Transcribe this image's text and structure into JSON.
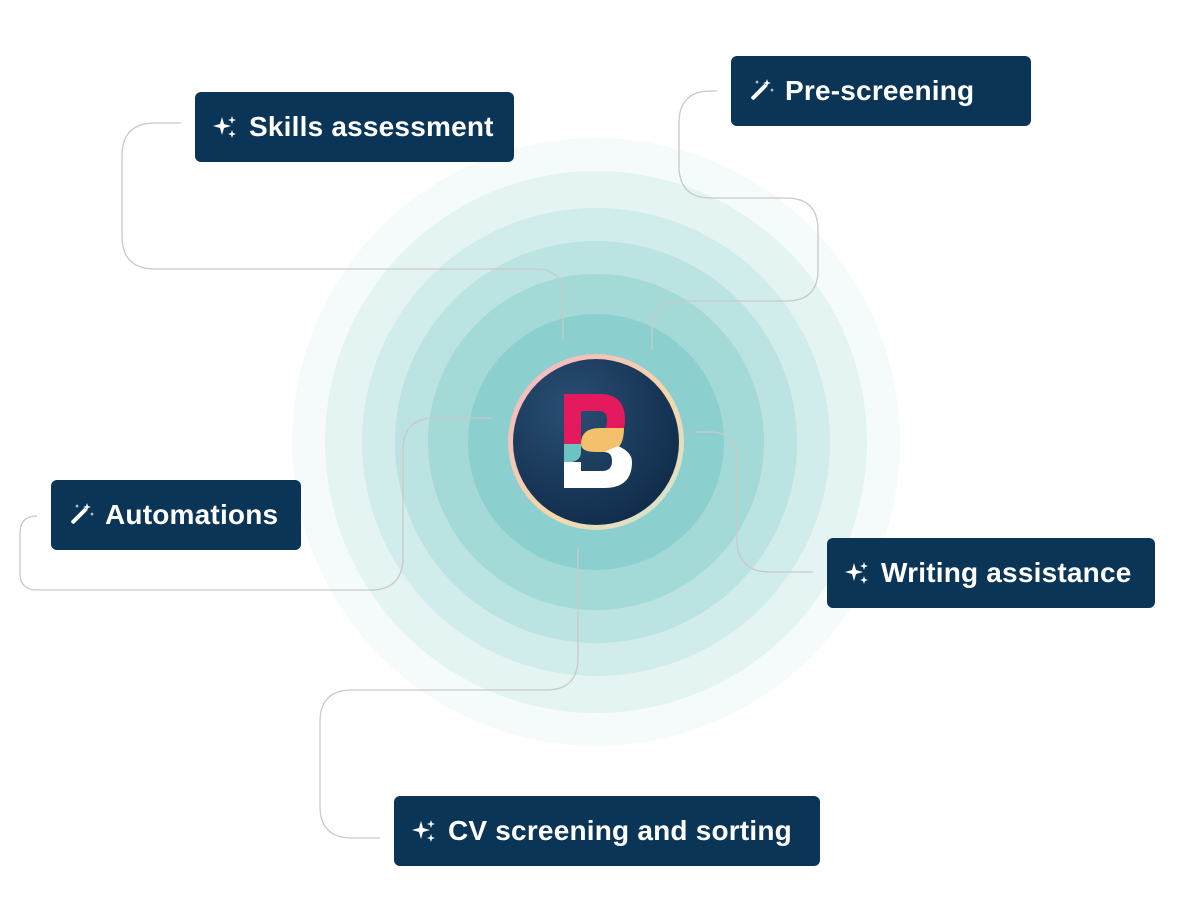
{
  "colors": {
    "label_background": "#0b3556",
    "label_text": "#ffffff",
    "connector_line": "#c9c9c9",
    "ring_teal": "#6cc4c1",
    "logo_background": "#13365a",
    "logo_pink": "#e5195e",
    "logo_yellow": "#f3c06b",
    "logo_teal": "#6cc4c1",
    "logo_white": "#ffffff"
  },
  "hub": {
    "icon": "logo-icon"
  },
  "features": [
    {
      "label": "Skills assessment",
      "icon": "sparkles-icon"
    },
    {
      "label": "Pre-screening",
      "icon": "magic-wand-icon"
    },
    {
      "label": "Automations",
      "icon": "magic-wand-icon"
    },
    {
      "label": "Writing assistance",
      "icon": "sparkles-icon"
    },
    {
      "label": "CV screening and sorting",
      "icon": "sparkles-icon"
    }
  ]
}
